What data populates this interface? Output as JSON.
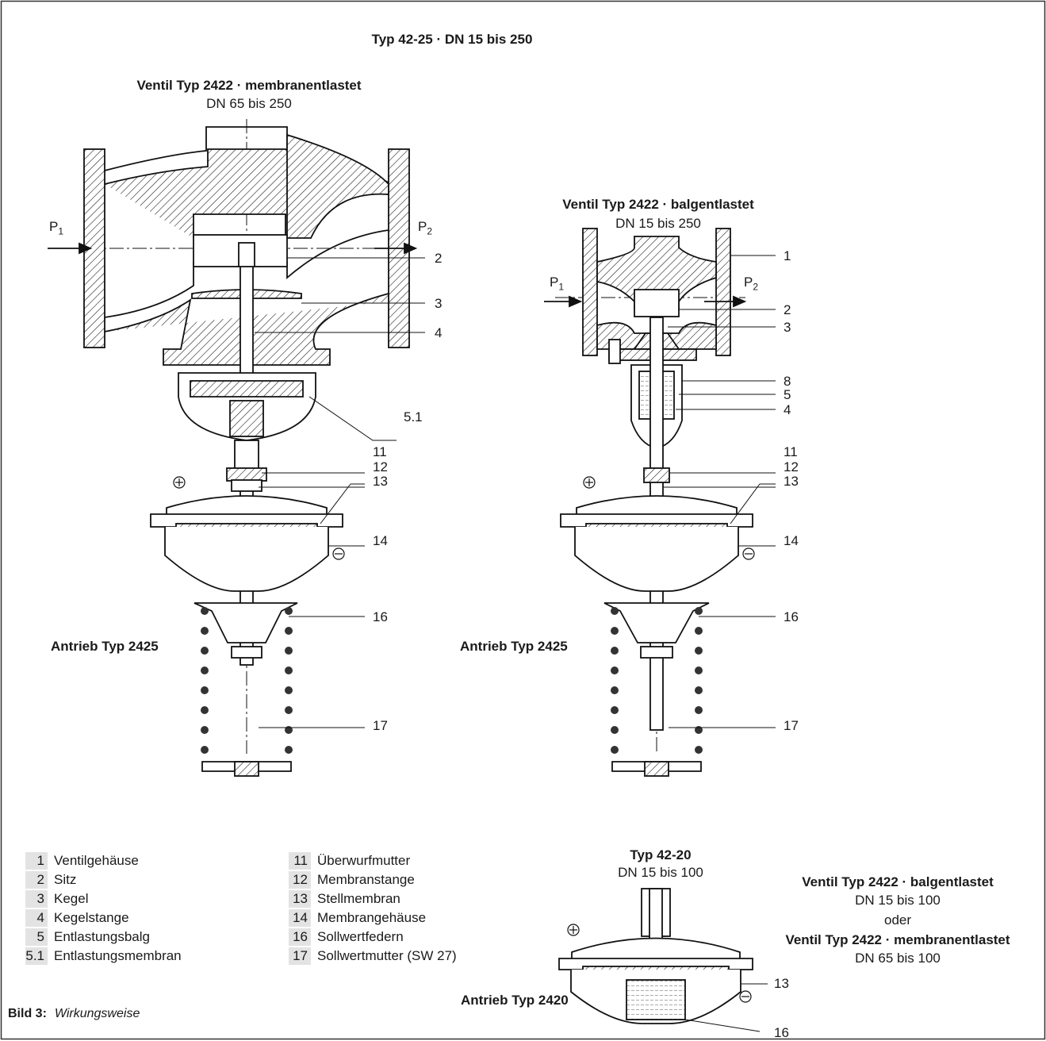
{
  "title": "Typ 42-25 · DN 15 bis 250",
  "left_assembly": {
    "valve_title": "Ventil Typ 2422 · membranentlastet",
    "valve_range": "DN 65 bis 250",
    "inlet_label": "P1",
    "outlet_label": "P2",
    "actuator_label": "Antrieb Typ 2425",
    "callouts": [
      "2",
      "3",
      "4",
      "5.1",
      "11",
      "12",
      "13",
      "14",
      "16",
      "17"
    ]
  },
  "right_assembly": {
    "valve_title": "Ventil Typ 2422 · balgentlastet",
    "valve_range": "DN 15 bis 250",
    "inlet_label": "P1",
    "outlet_label": "P2",
    "actuator_label": "Antrieb Typ 2425",
    "callouts": [
      "1",
      "2",
      "3",
      "8",
      "5",
      "4",
      "11",
      "12",
      "13",
      "14",
      "16",
      "17"
    ]
  },
  "small_assembly": {
    "title": "Typ 42-20",
    "range": "DN 15 bis 100",
    "actuator_label": "Antrieb Typ 2420",
    "callouts": [
      "13",
      "16"
    ],
    "note_title_1": "Ventil Typ 2422 · balgentlastet",
    "note_range_1": "DN 15 bis 100",
    "note_or": "oder",
    "note_title_2": "Ventil Typ 2422 · membranentlastet",
    "note_range_2": "DN 65 bis 100"
  },
  "legend": [
    {
      "num": "1",
      "label": "Ventilgehäuse"
    },
    {
      "num": "2",
      "label": "Sitz"
    },
    {
      "num": "3",
      "label": "Kegel"
    },
    {
      "num": "4",
      "label": "Kegelstange"
    },
    {
      "num": "5",
      "label": "Entlastungsbalg"
    },
    {
      "num": "5.1",
      "label": "Entlastungsmembran"
    },
    {
      "num": "11",
      "label": "Überwurfmutter"
    },
    {
      "num": "12",
      "label": "Membranstange"
    },
    {
      "num": "13",
      "label": "Stellmembran"
    },
    {
      "num": "14",
      "label": "Membrangehäuse"
    },
    {
      "num": "16",
      "label": "Sollwertfedern"
    },
    {
      "num": "17",
      "label": "Sollwertmutter (SW 27)"
    }
  ],
  "caption": {
    "label": "Bild 3:",
    "text": "Wirkungsweise"
  },
  "symbols": {
    "plus": "⊕",
    "minus": "⊖"
  }
}
